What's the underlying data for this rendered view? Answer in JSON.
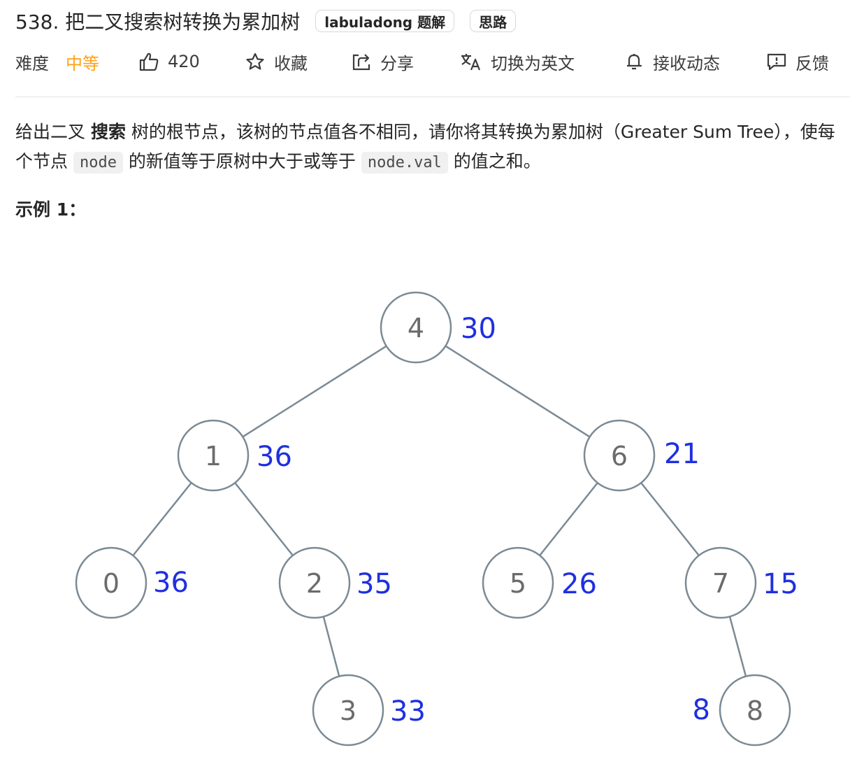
{
  "problem": {
    "title": "538. 把二叉搜索树转换为累加树",
    "tags": [
      "labuladong 题解",
      "思路"
    ]
  },
  "meta": {
    "difficulty_label": "难度",
    "difficulty_value": "中等",
    "likes": "420",
    "favorite": "收藏",
    "share": "分享",
    "switch_language": "切换为英文",
    "subscribe": "接收动态",
    "feedback": "反馈"
  },
  "description": {
    "part1": "给出二叉 ",
    "bold": "搜索",
    "part2": " 树的根节点，该树的节点值各不相同，请你将其转换为累加树（Greater Sum Tree），使每个节点 ",
    "code1": "node",
    "part3": " 的新值等于原树中大于或等于 ",
    "code2": "node.val",
    "part4": " 的值之和。"
  },
  "example_title": "示例 1：",
  "colors": {
    "accent_orange": "#ffa116",
    "sum_blue": "#1f2fe0",
    "node_stroke": "#7b8a94"
  },
  "tree": {
    "nodes": [
      {
        "val": "4",
        "sum": "30"
      },
      {
        "val": "1",
        "sum": "36"
      },
      {
        "val": "6",
        "sum": "21"
      },
      {
        "val": "0",
        "sum": "36"
      },
      {
        "val": "2",
        "sum": "35"
      },
      {
        "val": "5",
        "sum": "26"
      },
      {
        "val": "7",
        "sum": "15"
      },
      {
        "val": "3",
        "sum": "33"
      },
      {
        "val": "8",
        "sum": "8"
      }
    ]
  }
}
